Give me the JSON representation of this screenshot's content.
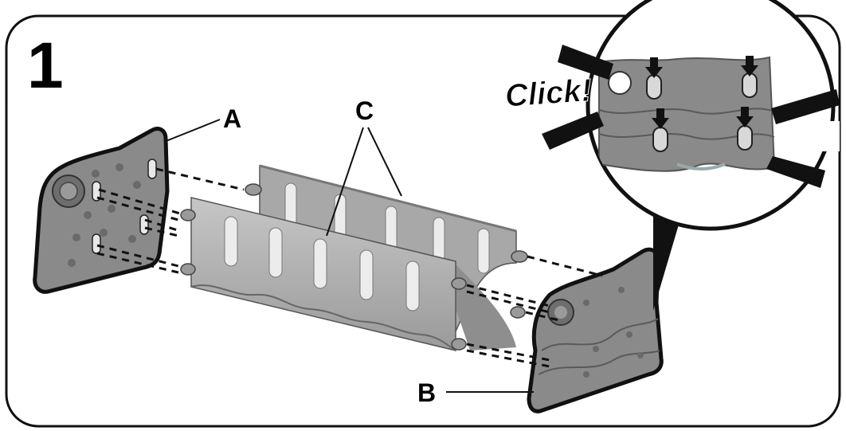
{
  "step": {
    "number": "1"
  },
  "labels": {
    "a": "A",
    "b": "B",
    "c": "C"
  },
  "callout": {
    "click_text": "Click!"
  },
  "colors": {
    "part_fill": "#8c8c8c",
    "part_light": "#b4b4b4",
    "part_dark": "#6e6e6e",
    "outline": "#111111",
    "background": "#ffffff"
  }
}
